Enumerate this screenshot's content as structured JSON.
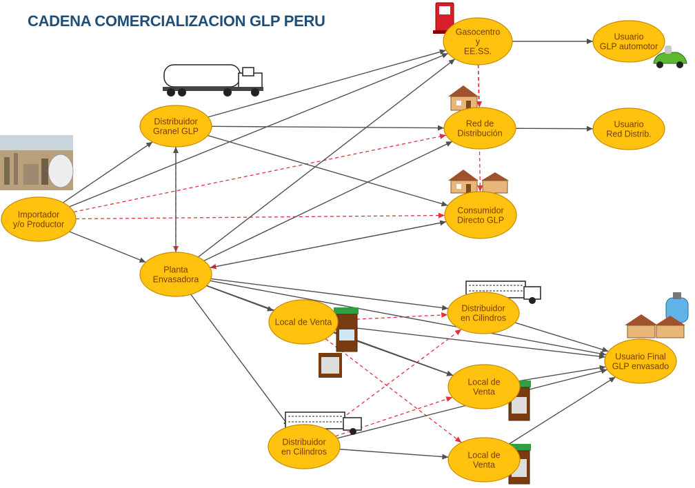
{
  "title": "CADENA COMERCIALIZACION GLP PERU",
  "colors": {
    "title": "#1f4e79",
    "node_fill": "#ffc20e",
    "node_stroke": "#c98a00",
    "solid_edge": "#505050",
    "dashed_edge": "#e0303a",
    "node_text": "#7a3b00"
  },
  "nodes": [
    {
      "id": "importador",
      "lines": [
        "Importador",
        "y/o Productor"
      ]
    },
    {
      "id": "dist_granel",
      "lines": [
        "Distribuidor",
        "Granel GLP"
      ]
    },
    {
      "id": "planta",
      "lines": [
        "Planta",
        "Envasadora"
      ]
    },
    {
      "id": "gasocentro",
      "lines": [
        "Gasocentro",
        "y",
        "EE.SS."
      ]
    },
    {
      "id": "red",
      "lines": [
        "Red de",
        "Distribución"
      ]
    },
    {
      "id": "consumidor",
      "lines": [
        "Consumidor",
        "Directo GLP"
      ]
    },
    {
      "id": "u_auto",
      "lines": [
        "Usuario",
        "GLP automotor"
      ]
    },
    {
      "id": "u_red",
      "lines": [
        "Usuario",
        "Red Distrib."
      ]
    },
    {
      "id": "local1",
      "lines": [
        "Local de Venta"
      ]
    },
    {
      "id": "dist_cil1",
      "lines": [
        "Distribuidor",
        "en Cilindros"
      ]
    },
    {
      "id": "dist_cil2",
      "lines": [
        "Distribuidor",
        "en Cilindros"
      ]
    },
    {
      "id": "local2",
      "lines": [
        "Local de",
        "Venta"
      ]
    },
    {
      "id": "local3",
      "lines": [
        "Local de",
        "Venta"
      ]
    },
    {
      "id": "u_final",
      "lines": [
        "Usuario Final",
        "GLP envasado"
      ]
    }
  ],
  "edges_solid": [
    [
      "importador",
      "dist_granel"
    ],
    [
      "importador",
      "planta"
    ],
    [
      "importador",
      "gasocentro"
    ],
    [
      "dist_granel",
      "gasocentro"
    ],
    [
      "dist_granel",
      "red"
    ],
    [
      "dist_granel",
      "consumidor"
    ],
    [
      "planta",
      "dist_granel"
    ],
    [
      "planta",
      "gasocentro"
    ],
    [
      "planta",
      "red"
    ],
    [
      "planta",
      "consumidor"
    ],
    [
      "planta",
      "local1"
    ],
    [
      "planta",
      "dist_cil1"
    ],
    [
      "planta",
      "dist_cil2"
    ],
    [
      "planta",
      "local2"
    ],
    [
      "planta",
      "u_final"
    ],
    [
      "gasocentro",
      "u_auto"
    ],
    [
      "red",
      "u_red"
    ],
    [
      "local1",
      "u_final"
    ],
    [
      "dist_cil1",
      "u_final"
    ],
    [
      "local2",
      "u_final"
    ],
    [
      "local3",
      "u_final"
    ],
    [
      "dist_cil2",
      "u_final"
    ],
    [
      "dist_cil2",
      "local3"
    ],
    [
      "local1",
      "local2"
    ]
  ],
  "edges_dashed": [
    [
      "importador",
      "red"
    ],
    [
      "importador",
      "consumidor"
    ],
    [
      "dist_granel",
      "planta"
    ],
    [
      "consumidor",
      "planta"
    ],
    [
      "gasocentro",
      "consumidor"
    ],
    [
      "gasocentro",
      "red"
    ],
    [
      "local1",
      "dist_cil1"
    ],
    [
      "local1",
      "local2"
    ],
    [
      "local1",
      "local3"
    ],
    [
      "dist_cil2",
      "dist_cil1"
    ],
    [
      "dist_cil2",
      "local2"
    ]
  ],
  "icons": [
    "refinery-icon",
    "tanker-truck-icon",
    "fuel-pump-icon",
    "house-icon",
    "house-icon",
    "car-icon",
    "cylinder-truck-icon",
    "cylinder-truck-icon",
    "market-stall-icon",
    "market-stall-icon",
    "market-stall-icon",
    "gas-cylinder-icon",
    "house-icon"
  ]
}
